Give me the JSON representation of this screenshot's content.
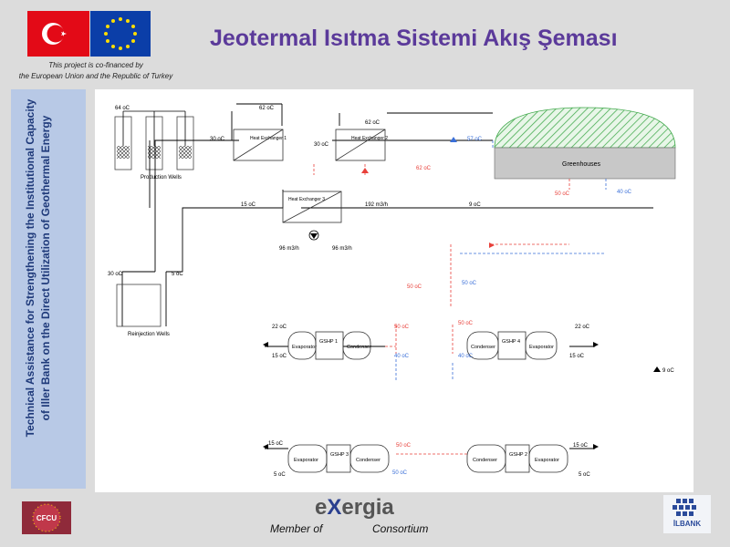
{
  "header": {
    "title": "Jeotermal Isıtma Sistemi Akış Şeması",
    "cofinance_line1": "This project is co-financed by",
    "cofinance_line2": "the European Union and the Republic of Turkey"
  },
  "sidebar": {
    "line1": "Technical Assistance for Strengthening the Institutional Capacity",
    "line2": "of Iller Bank on the Direct Utilization of Geothermal Energy"
  },
  "footer": {
    "brand_e": "e",
    "brand_x": "X",
    "brand_rest": "ergia",
    "member_label": "Member of",
    "consortium_label": "Consortium",
    "cfcu_label": "CFCU",
    "ilbank_label": "İLBANK"
  },
  "colors": {
    "title": "#5b3a9a",
    "sidebar_bg": "#b8c9e6",
    "sidebar_text": "#1f3a7a",
    "hot_line": "#e8403a",
    "cold_line": "#3a6fd8",
    "greenhouse_fill": "#4caf50"
  },
  "diagram": {
    "t_64": "64 oC",
    "t_62_top": "62 oC",
    "t_62_mid": "62 oC",
    "t_30_left": "30 oC",
    "t_30_mid": "30 oC",
    "t_57": "57 oC",
    "t_62_red": "62 oC",
    "hx1_label": "Heat Exchanger 1",
    "hx2_label": "Heat Exchanger 2",
    "hx3_label": "Heat Exchanger 3",
    "production_wells": "Production Wells",
    "greenhouses": "Greenhouses",
    "t_15": "15 oC",
    "flow_192": "192 m3/h",
    "t_9": "9 oC",
    "t_50_red": "50 oC",
    "t_40": "40 oC",
    "flow_96a": "96 m3/h",
    "flow_96b": "96 m3/h",
    "t_30_rw": "30 oC",
    "t_5_rw": "5 oC",
    "reinjection_wells": "Reinjection Wells",
    "t_50_red2": "50 oC",
    "t_50_blue": "50 oC",
    "t_22_left": "22 oC",
    "t_15_left": "15 oC",
    "evaporator": "Evaporator",
    "condenser": "Condenser",
    "gshp1": "GSHP 1",
    "gshp2": "GSHP 2",
    "gshp3": "GSHP 3",
    "gshp4": "GSHP 4",
    "t_50_g1": "50 oC",
    "t_40_g1": "40 oC",
    "t_50_g2": "50 oC",
    "t_40_g2": "40 oC",
    "t_22_right": "22 oC",
    "t_15_right": "15 oC",
    "t_9_right": "9 oC",
    "t_15_bl": "15 oC",
    "t_5_bl": "5 oC",
    "t_50_g3": "50 oC",
    "t_50_g3b": "50 oC",
    "t_15_br": "15 oC",
    "t_5_br": "5 oC"
  }
}
